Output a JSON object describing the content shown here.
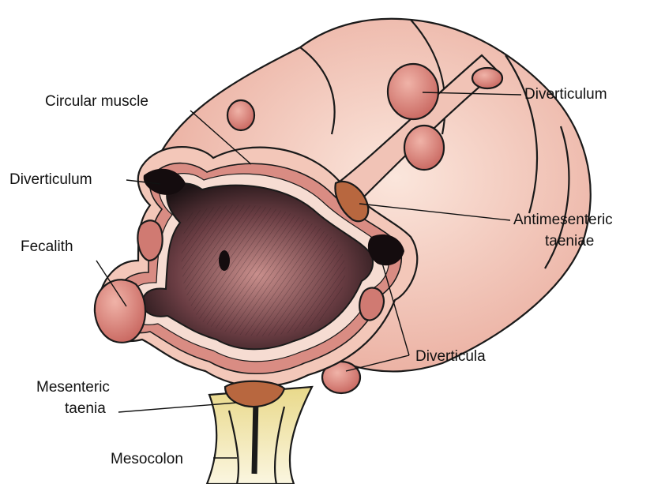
{
  "labels": {
    "circular_muscle": "Circular muscle",
    "diverticulum_top": "Diverticulum",
    "diverticulum_left": "Diverticulum",
    "antimesenteric_line1": "Antimesenteric",
    "antimesenteric_line2": "taeniae",
    "fecalith": "Fecalith",
    "diverticula": "Diverticula",
    "mesenteric_line1": "Mesenteric",
    "mesenteric_line2": "taenia",
    "mesocolon": "Mesocolon"
  },
  "colors": {
    "tissue_light": "#f6d8cc",
    "tissue_mid": "#e9a99a",
    "muscle": "#c9736a",
    "pouch": "#d7817a",
    "lumen": "#3a2a2d",
    "mesocolon": "#efe3a8",
    "taenia": "#a85a3a"
  }
}
